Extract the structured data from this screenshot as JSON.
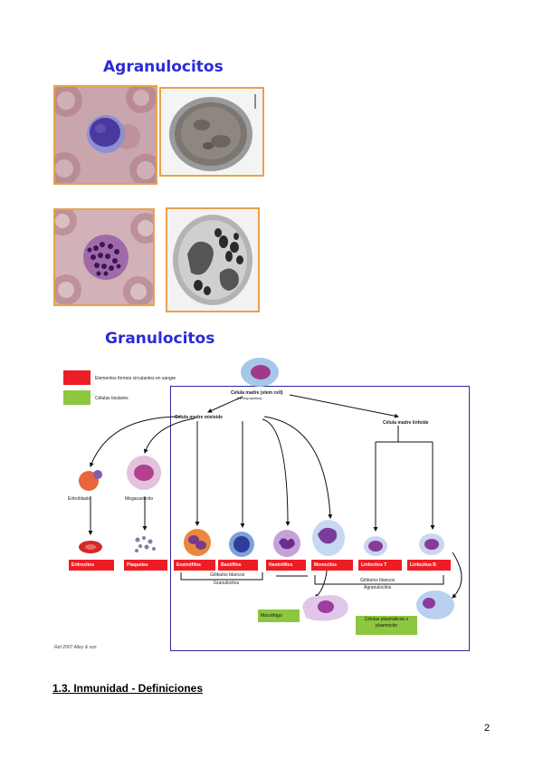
{
  "headings": {
    "agranulocitos": "Agranulocitos",
    "granulocitos": "Granulocitos"
  },
  "legend": {
    "red_label": "Elementos formes circulantes en sangre",
    "green_label": "Células tisulares"
  },
  "diagram": {
    "stem_cell": "Célula madre (stem cell)",
    "stem_cell_sub": "(hemopoyetica)",
    "myeloid": "Célula madre mieloide",
    "lymphoid": "Célula madre linfoide",
    "eritroblasto": "Eritroblasto",
    "megacariocito": "Megacariocito",
    "red_boxes": [
      "Eritrocitos",
      "Plaquetas",
      "Eosinófilos",
      "Basófilos",
      "Neutrófilos",
      "Monocitos",
      "Linfocitos T",
      "Linfocitos B"
    ],
    "granulocytes_caption_1": "Glóbulos blancos",
    "granulocytes_caption_2": "Granulocitos",
    "agranulocytes_caption_1": "Glóbulos blancos",
    "agranulocytes_caption_2": "Agranulocitos",
    "macrofago": "Macrófago",
    "plasma_cells": "Células plasmáticas o plasmocito",
    "credit": "Ref 2007 Alley & son"
  },
  "section_title": "1.3. Inmunidad - Definiciones",
  "page_number": "2"
}
